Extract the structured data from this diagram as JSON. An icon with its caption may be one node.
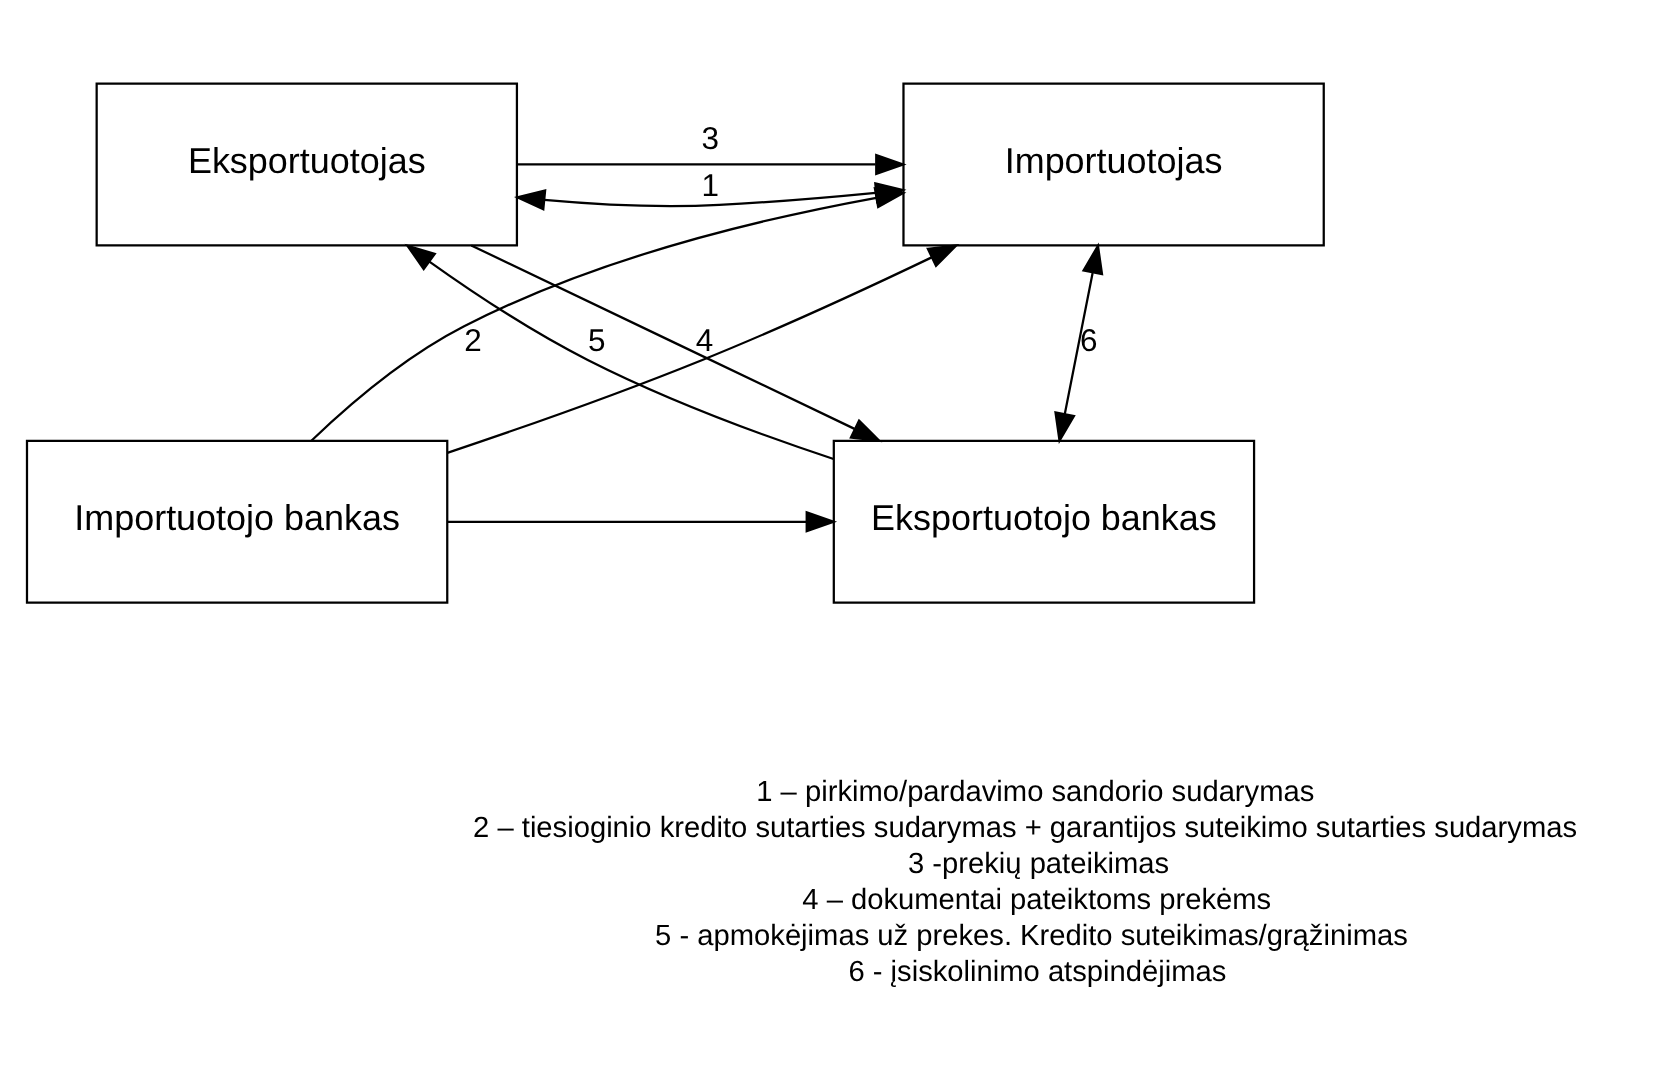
{
  "diagram": {
    "nodes": [
      {
        "text": [
          "Eksportuotojas"
        ]
      },
      {
        "text": [
          "Importuotojas"
        ]
      },
      {
        "text": [
          "Eksportuotojo bankas"
        ]
      },
      {
        "text": [
          "Importuotojo bankas"
        ]
      }
    ],
    "edges": [
      {
        "from": 0,
        "to": 1,
        "arrow": "to",
        "label": "3"
      },
      {
        "from": 0,
        "to": 1,
        "arrow": "both",
        "label": "1"
      },
      {
        "from": 0,
        "to": 2,
        "arrow": "to",
        "label": "4"
      },
      {
        "from": 2,
        "to": 0,
        "arrow": "to",
        "label": "5"
      },
      {
        "from": 3,
        "to": 1,
        "arrow": "to",
        "label": "2"
      },
      {
        "from": 3,
        "to": 1,
        "arrow": "to"
      },
      {
        "from": 3,
        "to": 2,
        "arrow": "to"
      },
      {
        "from": 1,
        "to": 2,
        "arrow": "both",
        "label": "6"
      }
    ],
    "labels": [
      "1 – pirkimo/pardavimo sandorio sudarymas",
      "2 – tiesioginio kredito sutarties sudarymas + garantijos suteikimo sutarties sudarymas",
      "3 -prekių pateikimas",
      "4 – dokumentai pateiktoms prekėms",
      "5 - apmokėjimas už prekes. Kredito suteikimas/grąžinimas",
      "6 - įsiskolinimo atspindėjimas"
    ]
  }
}
